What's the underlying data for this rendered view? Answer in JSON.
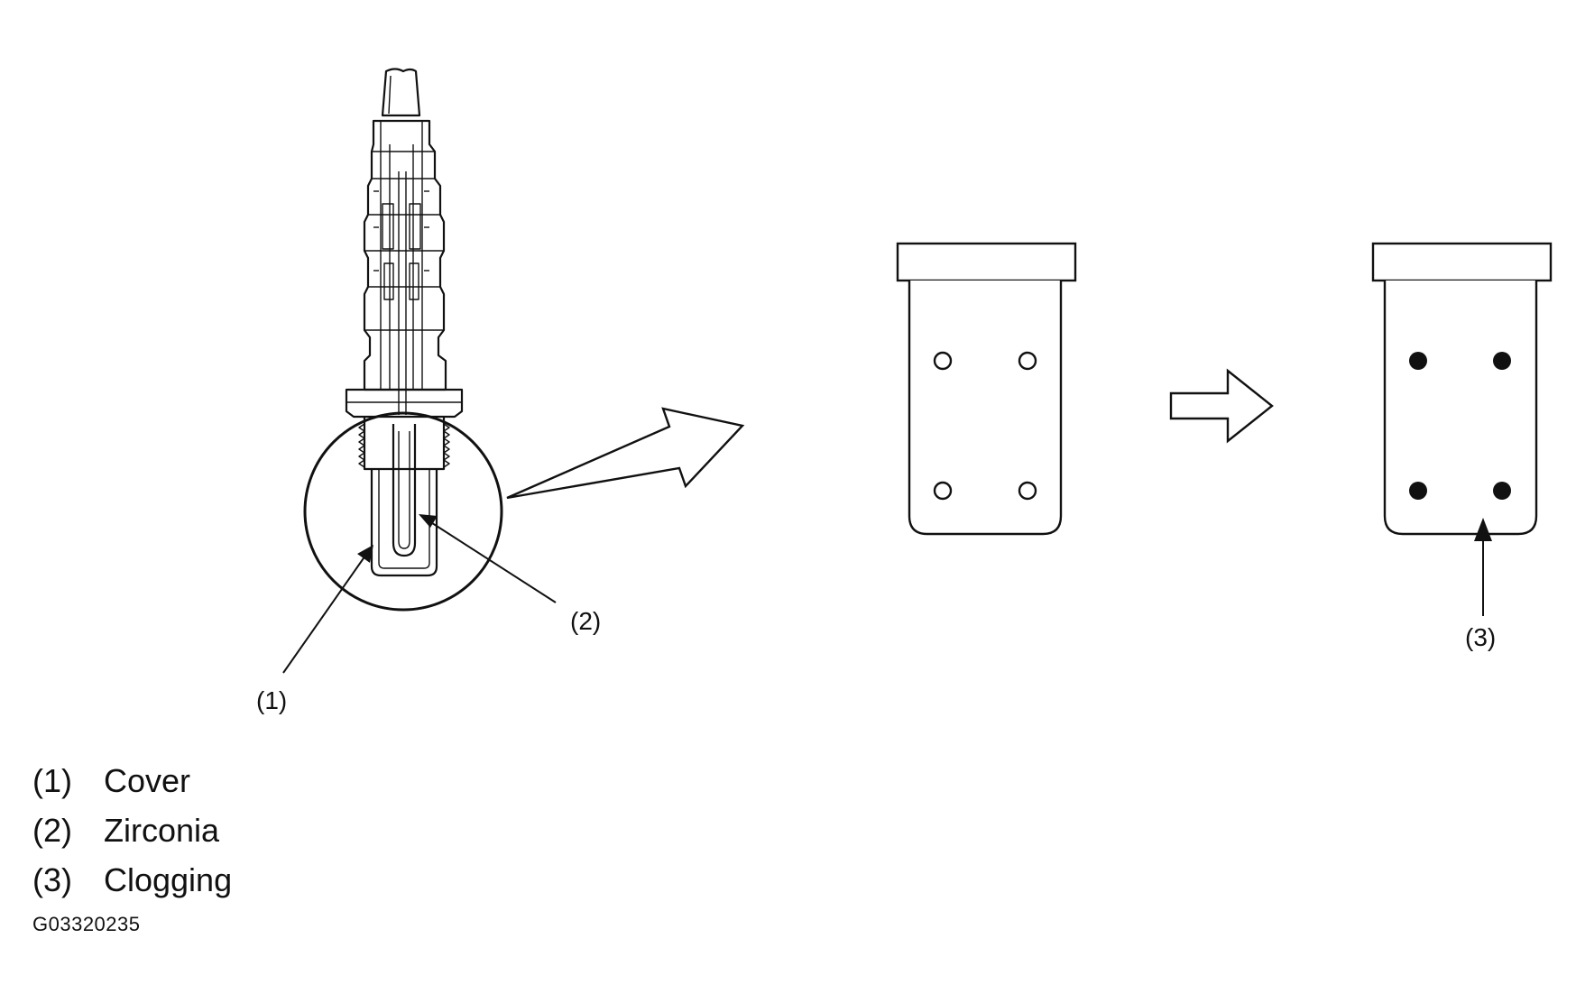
{
  "callouts": {
    "cover": "(1)",
    "zirconia": "(2)",
    "clogging": "(3)"
  },
  "legend": [
    {
      "number": "(1)",
      "label": "Cover"
    },
    {
      "number": "(2)",
      "label": "Zirconia"
    },
    {
      "number": "(3)",
      "label": "Clogging"
    }
  ],
  "figure_code": "G03320235",
  "colors": {
    "line": "#111111",
    "background": "#ffffff"
  }
}
